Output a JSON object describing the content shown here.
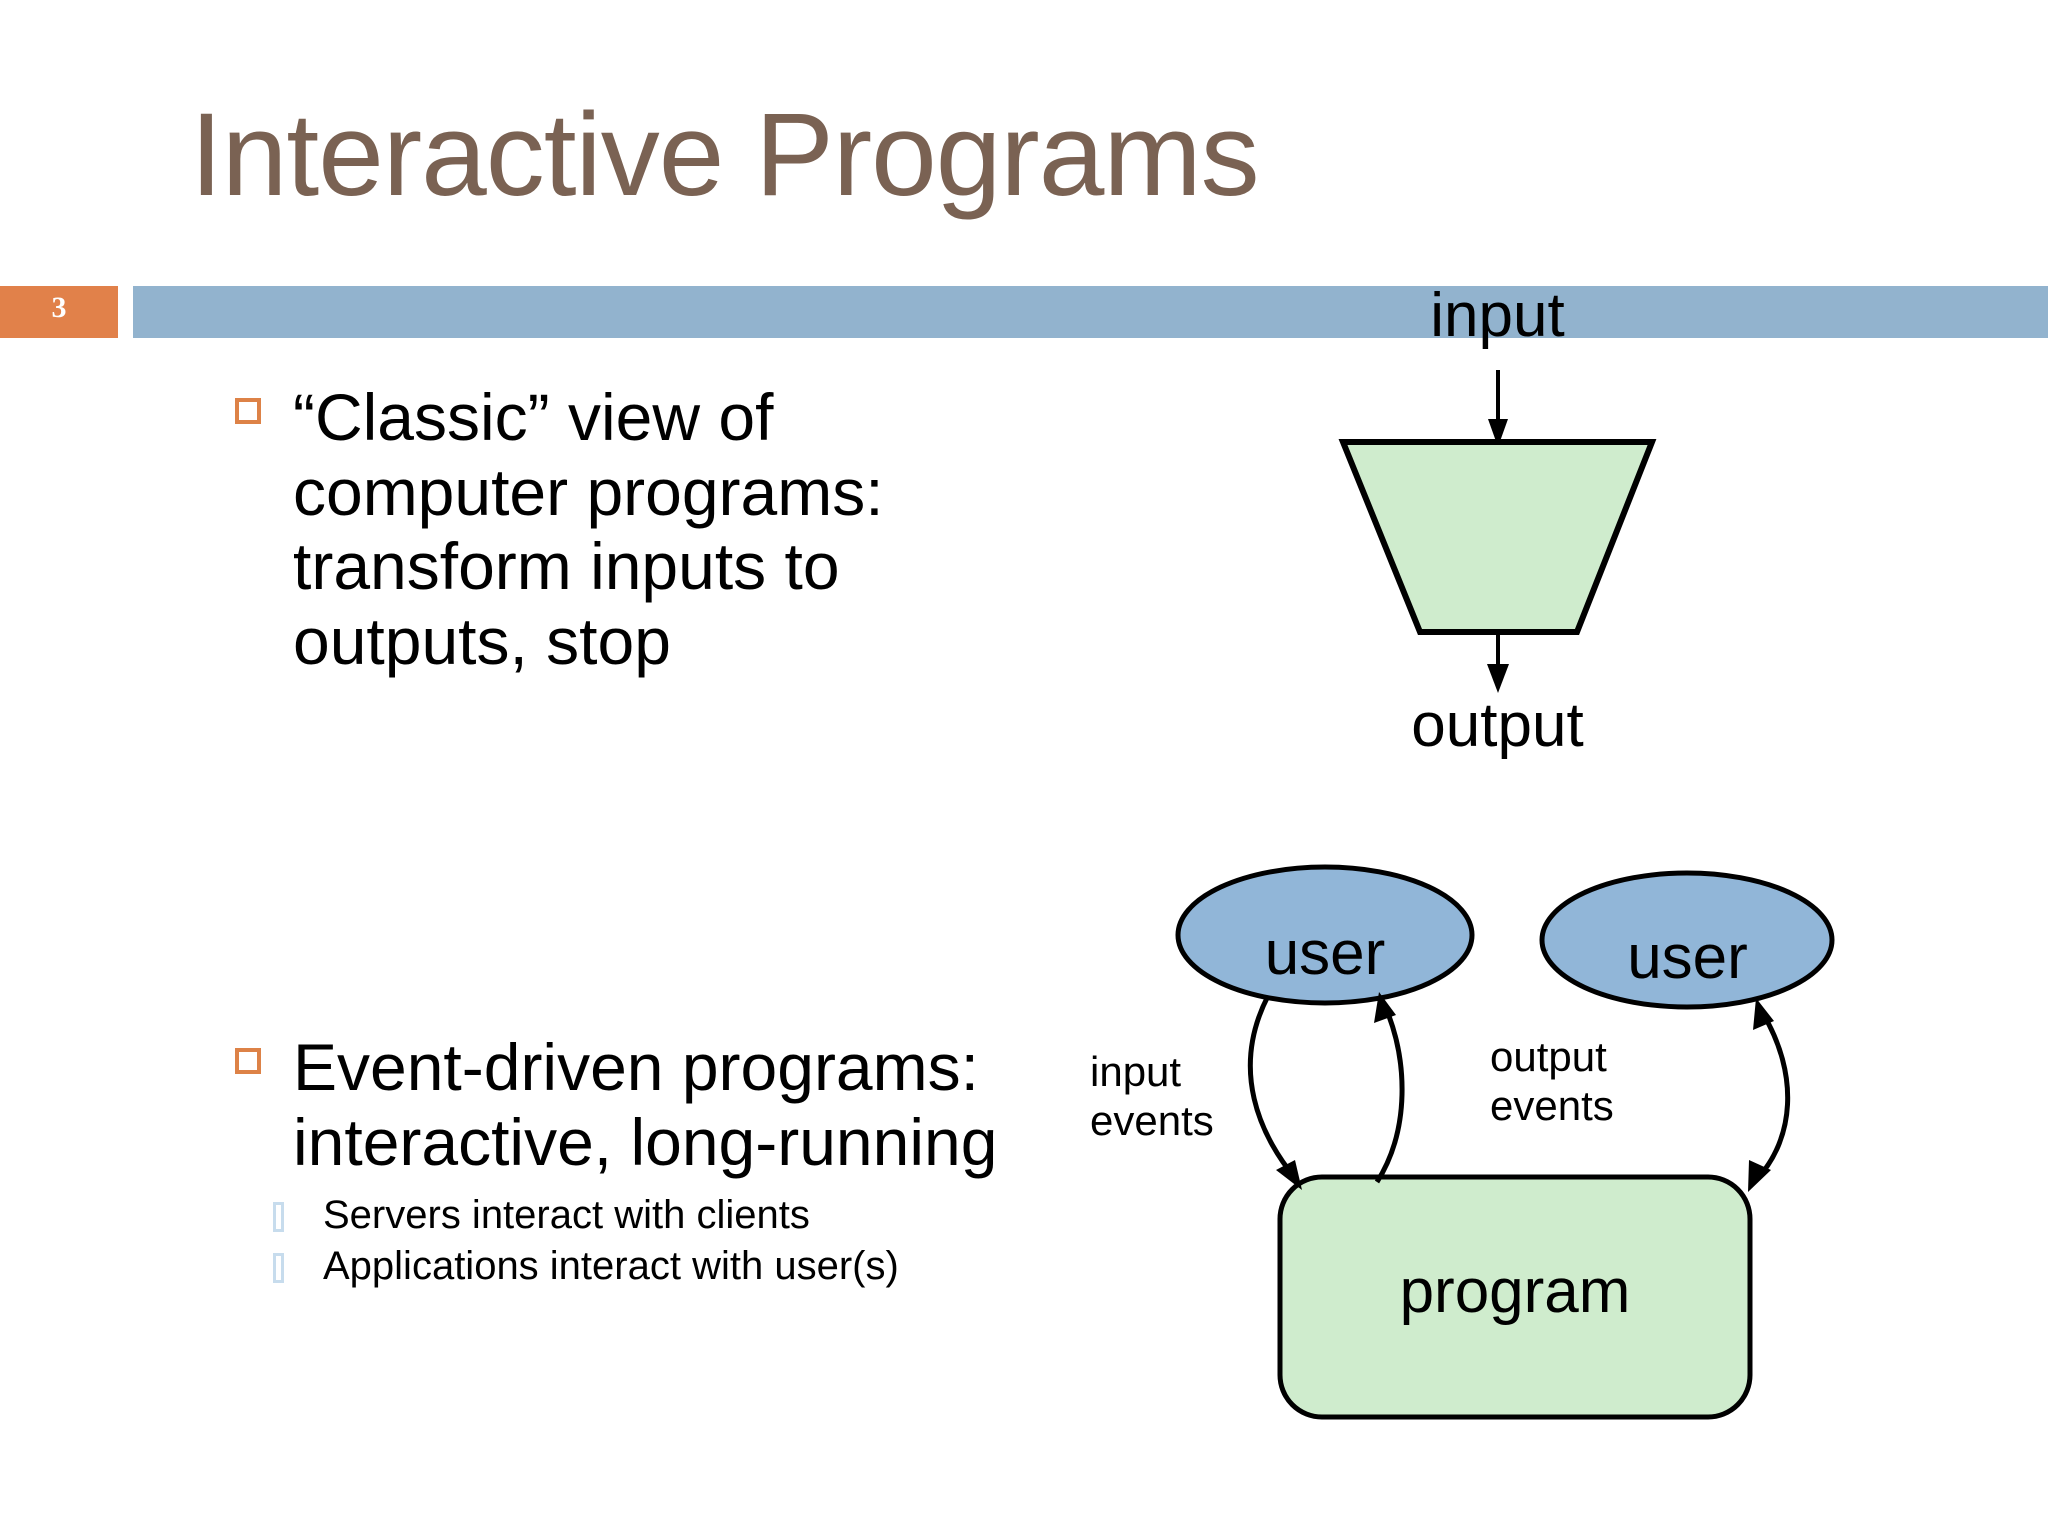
{
  "slide": {
    "title": "Interactive Programs",
    "number": "3",
    "colors": {
      "title_text": "#7a6253",
      "header_bar": "#92b3ce",
      "number_badge": "#e1814a",
      "bullet_marker": "#dd8247",
      "sub_bullet_marker": "#c7dced",
      "shape_green_fill": "#cfeccd",
      "shape_blue_fill": "#91b6d8",
      "shape_outline": "#000000"
    }
  },
  "bullets": [
    {
      "marker": "hollow-square-bullet-icon",
      "text": "“Classic” view of computer programs: transform inputs to outputs, stop",
      "sub_bullets": []
    },
    {
      "marker": "hollow-square-bullet-icon",
      "text": "Event-driven programs: interactive, long-running",
      "sub_bullets": [
        "Servers interact with clients",
        "Applications interact with user(s)"
      ]
    }
  ],
  "diagram_classic": {
    "input_label": "input",
    "output_label": "output",
    "shape_label": "",
    "shape_kind": "trapezoid"
  },
  "diagram_events": {
    "actor_left_label": "user",
    "actor_right_label": "user",
    "program_label": "program",
    "edge_label_left": "input events",
    "edge_label_right": "output events"
  }
}
